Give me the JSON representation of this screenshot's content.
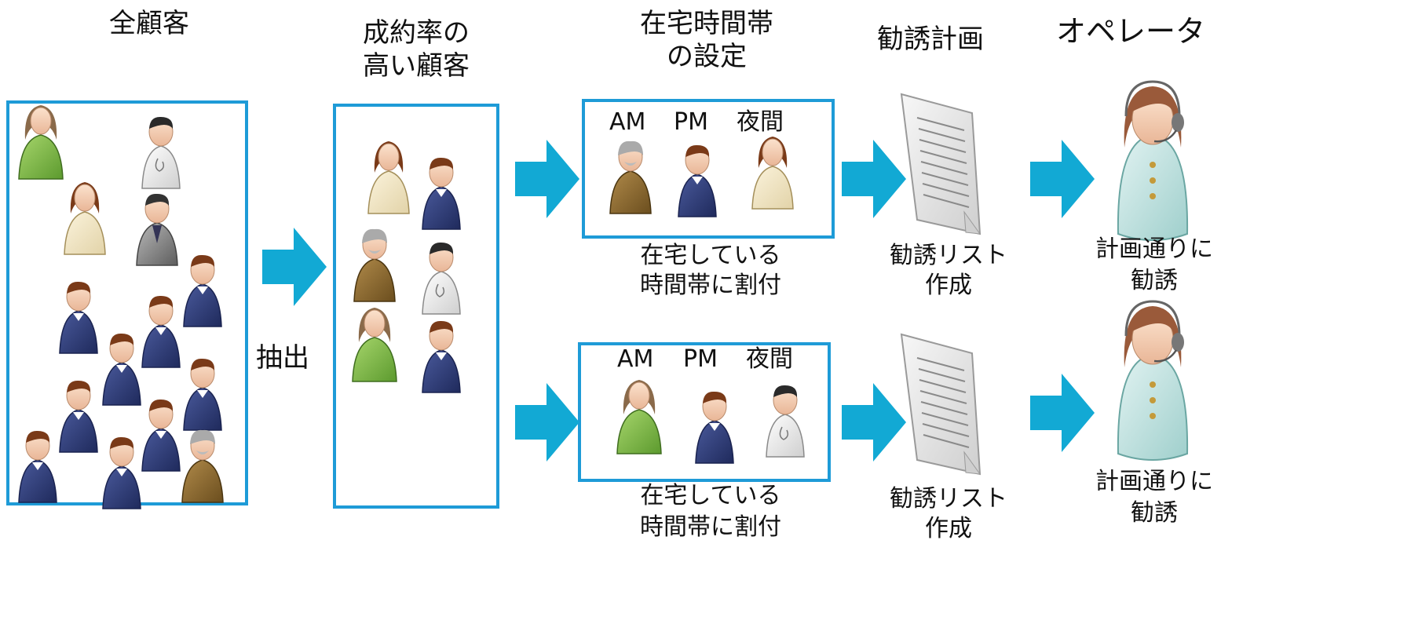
{
  "stages": {
    "all_customers": "全顧客",
    "high_rate_line1": "成約率の",
    "high_rate_line2": "高い顧客",
    "time_slot_line1": "在宅時間帯",
    "time_slot_line2": "の設定",
    "plan": "勧誘計画",
    "operator": "オペレータ"
  },
  "extract_label": "抽出",
  "slots": {
    "am": "AM",
    "pm": "PM",
    "night": "夜間"
  },
  "slot_caption_line1": "在宅している",
  "slot_caption_line2": "時間帯に割付",
  "list_caption_line1": "勧誘リスト",
  "list_caption_line2": "作成",
  "operator_caption_line1": "計画通りに",
  "operator_caption_line2": "勧誘",
  "colors": {
    "accent": "#1e9bd7",
    "arrow": "#12a9d4"
  }
}
